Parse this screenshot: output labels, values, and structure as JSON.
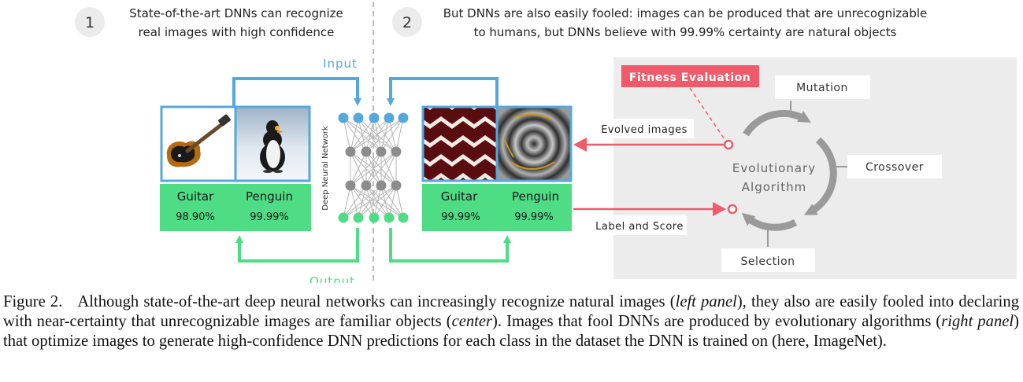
{
  "colors": {
    "blue": "#55a8dc",
    "green": "#4edc84",
    "red": "#f05a6a",
    "gray_panel": "#ececec",
    "node_gray": "#8c8c8c",
    "arrow_gray": "#9a9a9a"
  },
  "left_panel": {
    "step_number": "1",
    "heading_line1": "State-of-the-art DNNs can recognize",
    "heading_line2": "real images with high confidence",
    "images": [
      {
        "icon": "guitar-photo",
        "label": "Guitar",
        "score": "98.90%"
      },
      {
        "icon": "penguin-photo",
        "label": "Penguin",
        "score": "99.99%"
      }
    ]
  },
  "center": {
    "input_label": "Input",
    "output_label": "Output",
    "network_label": "Deep Neural Network"
  },
  "right_panel": {
    "step_number": "2",
    "heading_line1": "But DNNs are also easily fooled: images can be produced that are unrecognizable",
    "heading_line2": "to humans, but DNNs believe with 99.99% certainty are natural objects",
    "images": [
      {
        "icon": "fooling-pattern-guitar",
        "label": "Guitar",
        "score": "99.99%"
      },
      {
        "icon": "fooling-pattern-penguin",
        "label": "Penguin",
        "score": "99.99%"
      }
    ]
  },
  "evolution": {
    "fitness_label": "Fitness Evaluation",
    "mutation_label": "Mutation",
    "crossover_label": "Crossover",
    "selection_label": "Selection",
    "center_line1": "Evolutionary",
    "center_line2": "Algorithm",
    "evolved_images_label": "Evolved images",
    "label_score_label": "Label and Score"
  },
  "caption": {
    "figure_label": "Figure 2.",
    "part1": "Although state-of-the-art deep neural networks can increasingly recognize natural images (",
    "em1": "left panel",
    "part2": "), they also are easily fooled into declaring with near-certainty that unrecognizable images are familiar objects (",
    "em2": "center",
    "part3": "). Images that fool DNNs are produced by evolutionary algorithms (",
    "em3": "right panel",
    "part4": ") that optimize images to generate high-confidence DNN predictions for each class in the dataset the DNN is trained on (here, ImageNet)."
  }
}
